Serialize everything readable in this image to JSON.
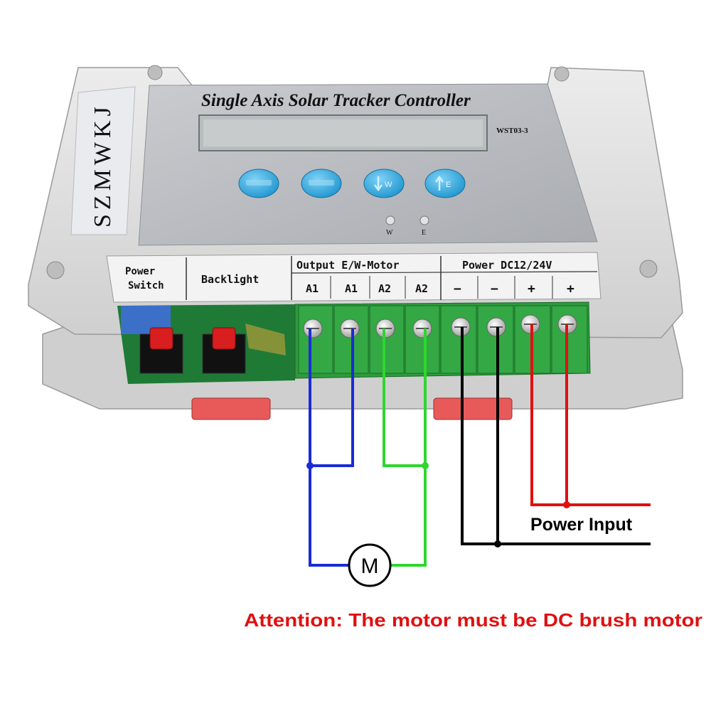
{
  "device": {
    "title": "Single Axis Solar Tracker Controller",
    "model": "WST03-3",
    "brand": "SZMWKJ",
    "led_labels": {
      "west": "W",
      "east": "E"
    },
    "colors": {
      "housing": "#dcdcdc",
      "panel": "#b9bcc0",
      "button": "#2aa8e0",
      "terminal": "#2e9a3c",
      "pcb": "#1f7a36",
      "switch_red": "#d81e1e",
      "blue_wire": "#1a2bd6",
      "green_wire": "#2fd62f",
      "red_wire": "#e01010",
      "black_wire": "#000000",
      "attention_text": "#e01010"
    }
  },
  "labels": {
    "power_switch_line1": "Power",
    "power_switch_line2": "Switch",
    "backlight": "Backlight",
    "output_group": "Output E/W-Motor",
    "power_group": "Power DC12/24V",
    "terminals": [
      "A1",
      "A1",
      "A2",
      "A2",
      "−",
      "−",
      "+",
      "+"
    ]
  },
  "diagram": {
    "motor_label": "M",
    "power_input": "Power Input",
    "attention": "Attention: The motor must be DC brush motor"
  }
}
